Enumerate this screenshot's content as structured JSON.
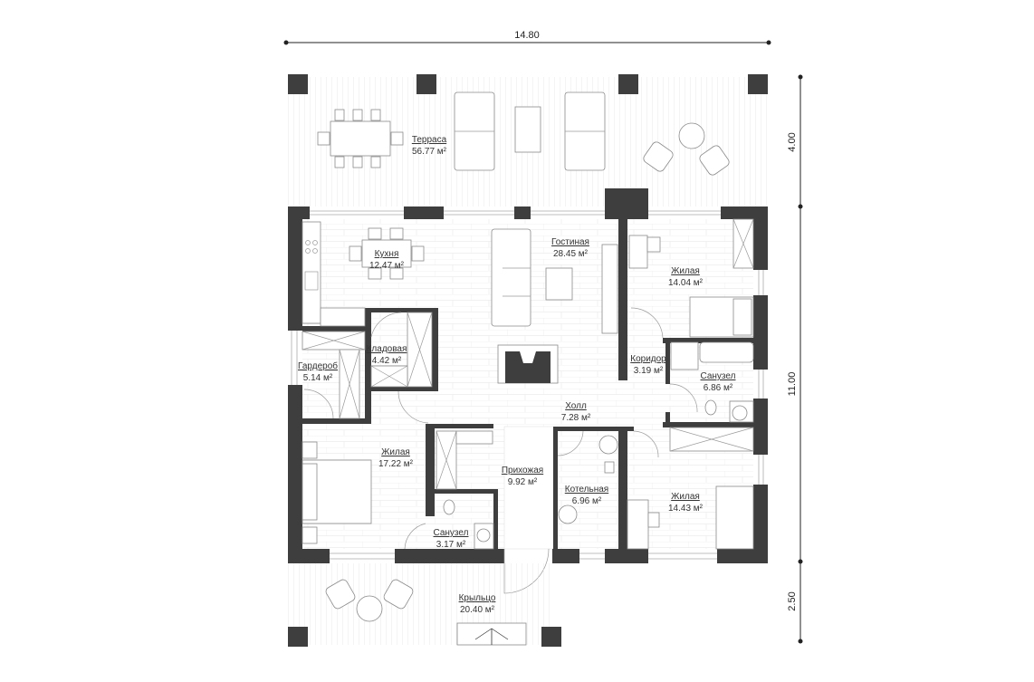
{
  "dimensions": {
    "width_total": "14.80",
    "depth_terrace": "4.00",
    "depth_house": "11.00",
    "depth_porch": "2.50"
  },
  "rooms": {
    "terrace": {
      "name": "Терраса",
      "area": "56.77 м²"
    },
    "kitchen": {
      "name": "Кухня",
      "area": "12.47 м²"
    },
    "living": {
      "name": "Гостиная",
      "area": "28.45 м²"
    },
    "bedroom1": {
      "name": "Жилая",
      "area": "14.04 м²"
    },
    "pantry": {
      "name": "Кладовая",
      "area": "4.42 м²"
    },
    "wardrobe": {
      "name": "Гардероб",
      "area": "5.14 м²"
    },
    "corridor": {
      "name": "Коридор",
      "area": "3.19 м²"
    },
    "bathroom1": {
      "name": "Санузел",
      "area": "6.86 м²"
    },
    "hall": {
      "name": "Холл",
      "area": "7.28 м²"
    },
    "bedroom2": {
      "name": "Жилая",
      "area": "17.22 м²"
    },
    "entrance": {
      "name": "Прихожая",
      "area": "9.92 м²"
    },
    "boiler": {
      "name": "Котельная",
      "area": "6.96 м²"
    },
    "bedroom3": {
      "name": "Жилая",
      "area": "14.43 м²"
    },
    "bathroom2": {
      "name": "Санузел",
      "area": "3.17 м²"
    },
    "porch": {
      "name": "Крыльцо",
      "area": "20.40 м²"
    }
  },
  "colors": {
    "wall": "#3e3e3e",
    "line": "#8a8a8a"
  }
}
